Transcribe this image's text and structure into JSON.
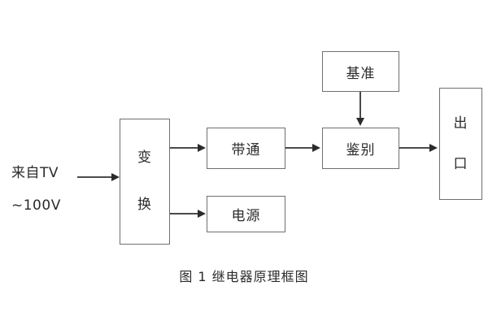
{
  "figure": {
    "caption": "图 1  继电器原理框图",
    "background_color": "#ffffff",
    "line_color": "#4a4a4a",
    "box_border_color": "#6f6f6f",
    "text_color": "#2b2b2b"
  },
  "input": {
    "line1": "来自TV",
    "line2": "~100V"
  },
  "blocks": {
    "convert": {
      "char1": "变",
      "char2": "换"
    },
    "bandpass": {
      "label": "带通"
    },
    "power": {
      "label": "电源"
    },
    "discriminate": {
      "label": "鉴别"
    },
    "reference": {
      "label": "基准"
    },
    "output": {
      "char1": "出",
      "char2": "口"
    }
  },
  "connections": [
    {
      "from": "input",
      "to": "convert",
      "direction": "right"
    },
    {
      "from": "convert",
      "to": "bandpass",
      "direction": "right"
    },
    {
      "from": "convert",
      "to": "power",
      "direction": "right"
    },
    {
      "from": "bandpass",
      "to": "discriminate",
      "direction": "right"
    },
    {
      "from": "reference",
      "to": "discriminate",
      "direction": "down"
    },
    {
      "from": "discriminate",
      "to": "output",
      "direction": "right"
    }
  ]
}
